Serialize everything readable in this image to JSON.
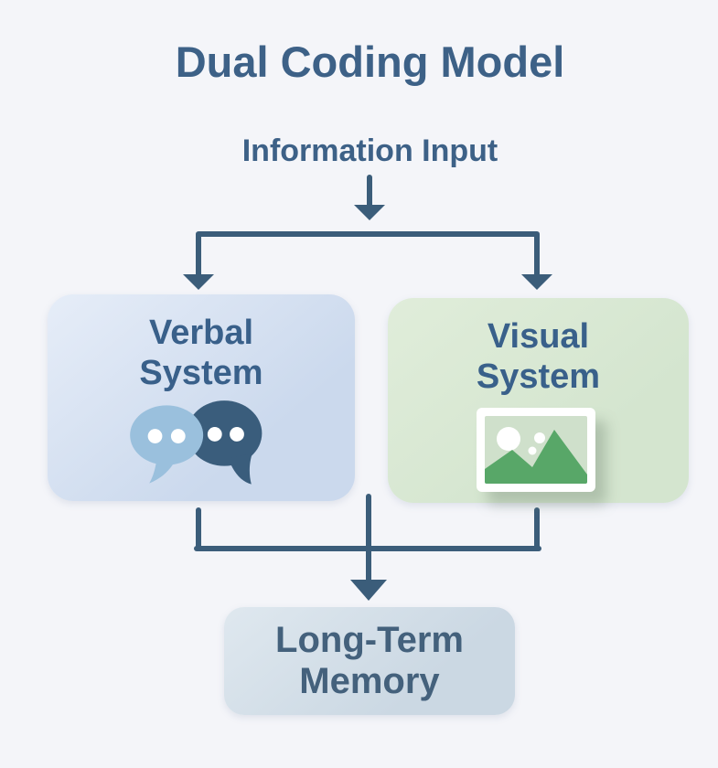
{
  "title": "Dual Coding Model",
  "flow": {
    "input_label": "Information Input"
  },
  "nodes": {
    "verbal": {
      "label_line1": "Verbal",
      "label_line2": "System",
      "fill": "#cbd9ed",
      "icon": "speech-bubbles"
    },
    "visual": {
      "label_line1": "Visual",
      "label_line2": "System",
      "fill": "#d4e5cf",
      "icon": "image-picture"
    },
    "memory": {
      "label_line1": "Long-Term",
      "label_line2": "Memory",
      "fill": "#cbd8e3"
    }
  },
  "colors": {
    "background": "#f4f5f9",
    "heading_text": "#3d6187",
    "arrow": "#3b5d7a",
    "bubble_light": "#9ac0dd",
    "bubble_dark": "#3a5d7c",
    "image_frame": "#ffffff",
    "image_inner": "#cfe0cb",
    "mountain_green": "#58a768"
  }
}
